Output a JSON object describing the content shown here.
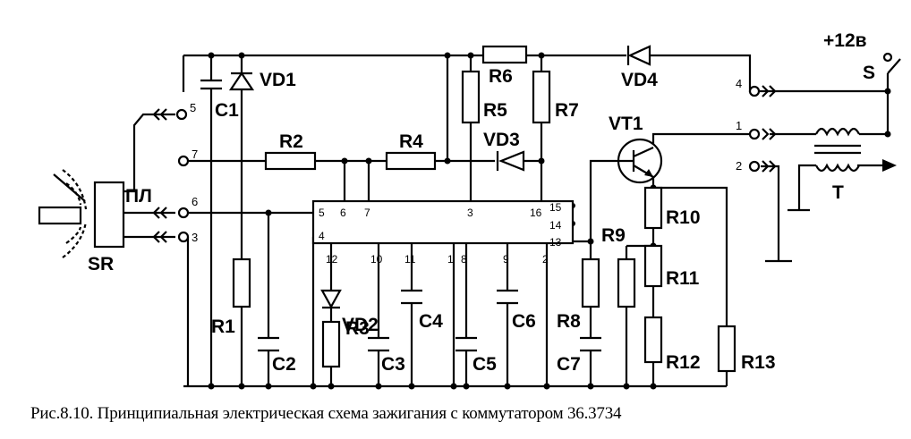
{
  "caption": "Рис.8.10. Принципиальная электрическая схема зажигания с коммутатором 36.3734",
  "components": {
    "resistors": [
      "R1",
      "R2",
      "R3",
      "R4",
      "R5",
      "R6",
      "R7",
      "R8",
      "R9",
      "R10",
      "R11",
      "R12",
      "R13"
    ],
    "capacitors": [
      "C1",
      "C2",
      "C3",
      "C4",
      "C5",
      "C6",
      "C7"
    ],
    "diodes": [
      "VD1",
      "VD2",
      "VD3",
      "VD4"
    ],
    "transistor": "VT1",
    "sensor": "SR",
    "switch": "S",
    "coil": "T",
    "supply": "+12в",
    "sensor_lead": "ПЛ"
  },
  "terminals": [
    "5",
    "7",
    "6",
    "3",
    "4",
    "1",
    "2"
  ],
  "ic_pins": [
    "5",
    "6",
    "7",
    "3",
    "16",
    "15",
    "14",
    "13",
    "4",
    "12",
    "10",
    "11",
    "1",
    "8",
    "9",
    "2"
  ]
}
